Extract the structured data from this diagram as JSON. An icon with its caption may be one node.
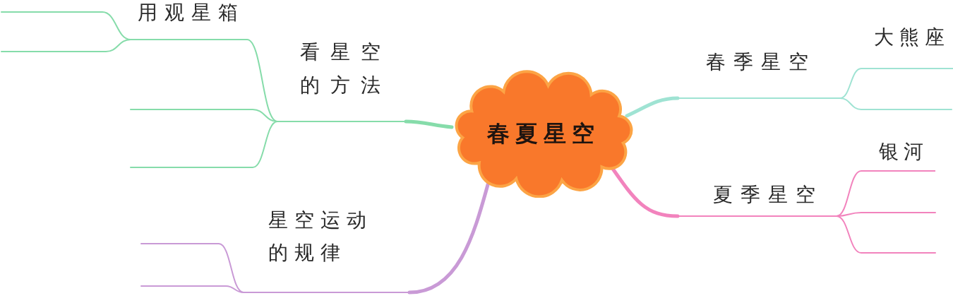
{
  "diagram": {
    "nodes": [
      {
        "text": [
          "春夏星空"
        ]
      },
      {
        "text": [
          "看星空的方法"
        ]
      },
      {
        "text": [
          "用观星箱"
        ]
      },
      {
        "text": [
          "星空运动的规律"
        ]
      },
      {
        "text": [
          "春季星空"
        ]
      },
      {
        "text": [
          "大熊座"
        ]
      },
      {
        "text": [
          "夏季星空"
        ]
      },
      {
        "text": [
          "银河"
        ]
      }
    ],
    "edges": [
      {
        "from": 0,
        "to": 1,
        "arrow": "none",
        "style": "thick"
      },
      {
        "from": 1,
        "to": 2,
        "arrow": "none"
      },
      {
        "from": 1,
        "to": null,
        "arrow": "none"
      },
      {
        "from": 1,
        "to": null,
        "arrow": "none"
      },
      {
        "from": 2,
        "to": null,
        "arrow": "none"
      },
      {
        "from": 2,
        "to": null,
        "arrow": "none"
      },
      {
        "from": 0,
        "to": 3,
        "arrow": "none",
        "style": "thick",
        "color": "#c99ad6"
      },
      {
        "from": 3,
        "to": null,
        "arrow": "none",
        "color": "#c99ad6"
      },
      {
        "from": 3,
        "to": null,
        "arrow": "none",
        "color": "#c99ad6"
      },
      {
        "from": 0,
        "to": 4,
        "arrow": "none",
        "style": "thick",
        "color": "#9fe3d3"
      },
      {
        "from": 4,
        "to": 5,
        "arrow": "none",
        "color": "#9fe3d3"
      },
      {
        "from": 4,
        "to": null,
        "arrow": "none",
        "color": "#9fe3d3"
      },
      {
        "from": 0,
        "to": 6,
        "arrow": "none",
        "style": "thick",
        "color": "#f283bd"
      },
      {
        "from": 6,
        "to": 7,
        "arrow": "none",
        "color": "#f283bd"
      },
      {
        "from": 6,
        "to": null,
        "arrow": "none",
        "color": "#f283bd"
      },
      {
        "from": 6,
        "to": null,
        "arrow": "none",
        "color": "#f283bd"
      }
    ]
  }
}
